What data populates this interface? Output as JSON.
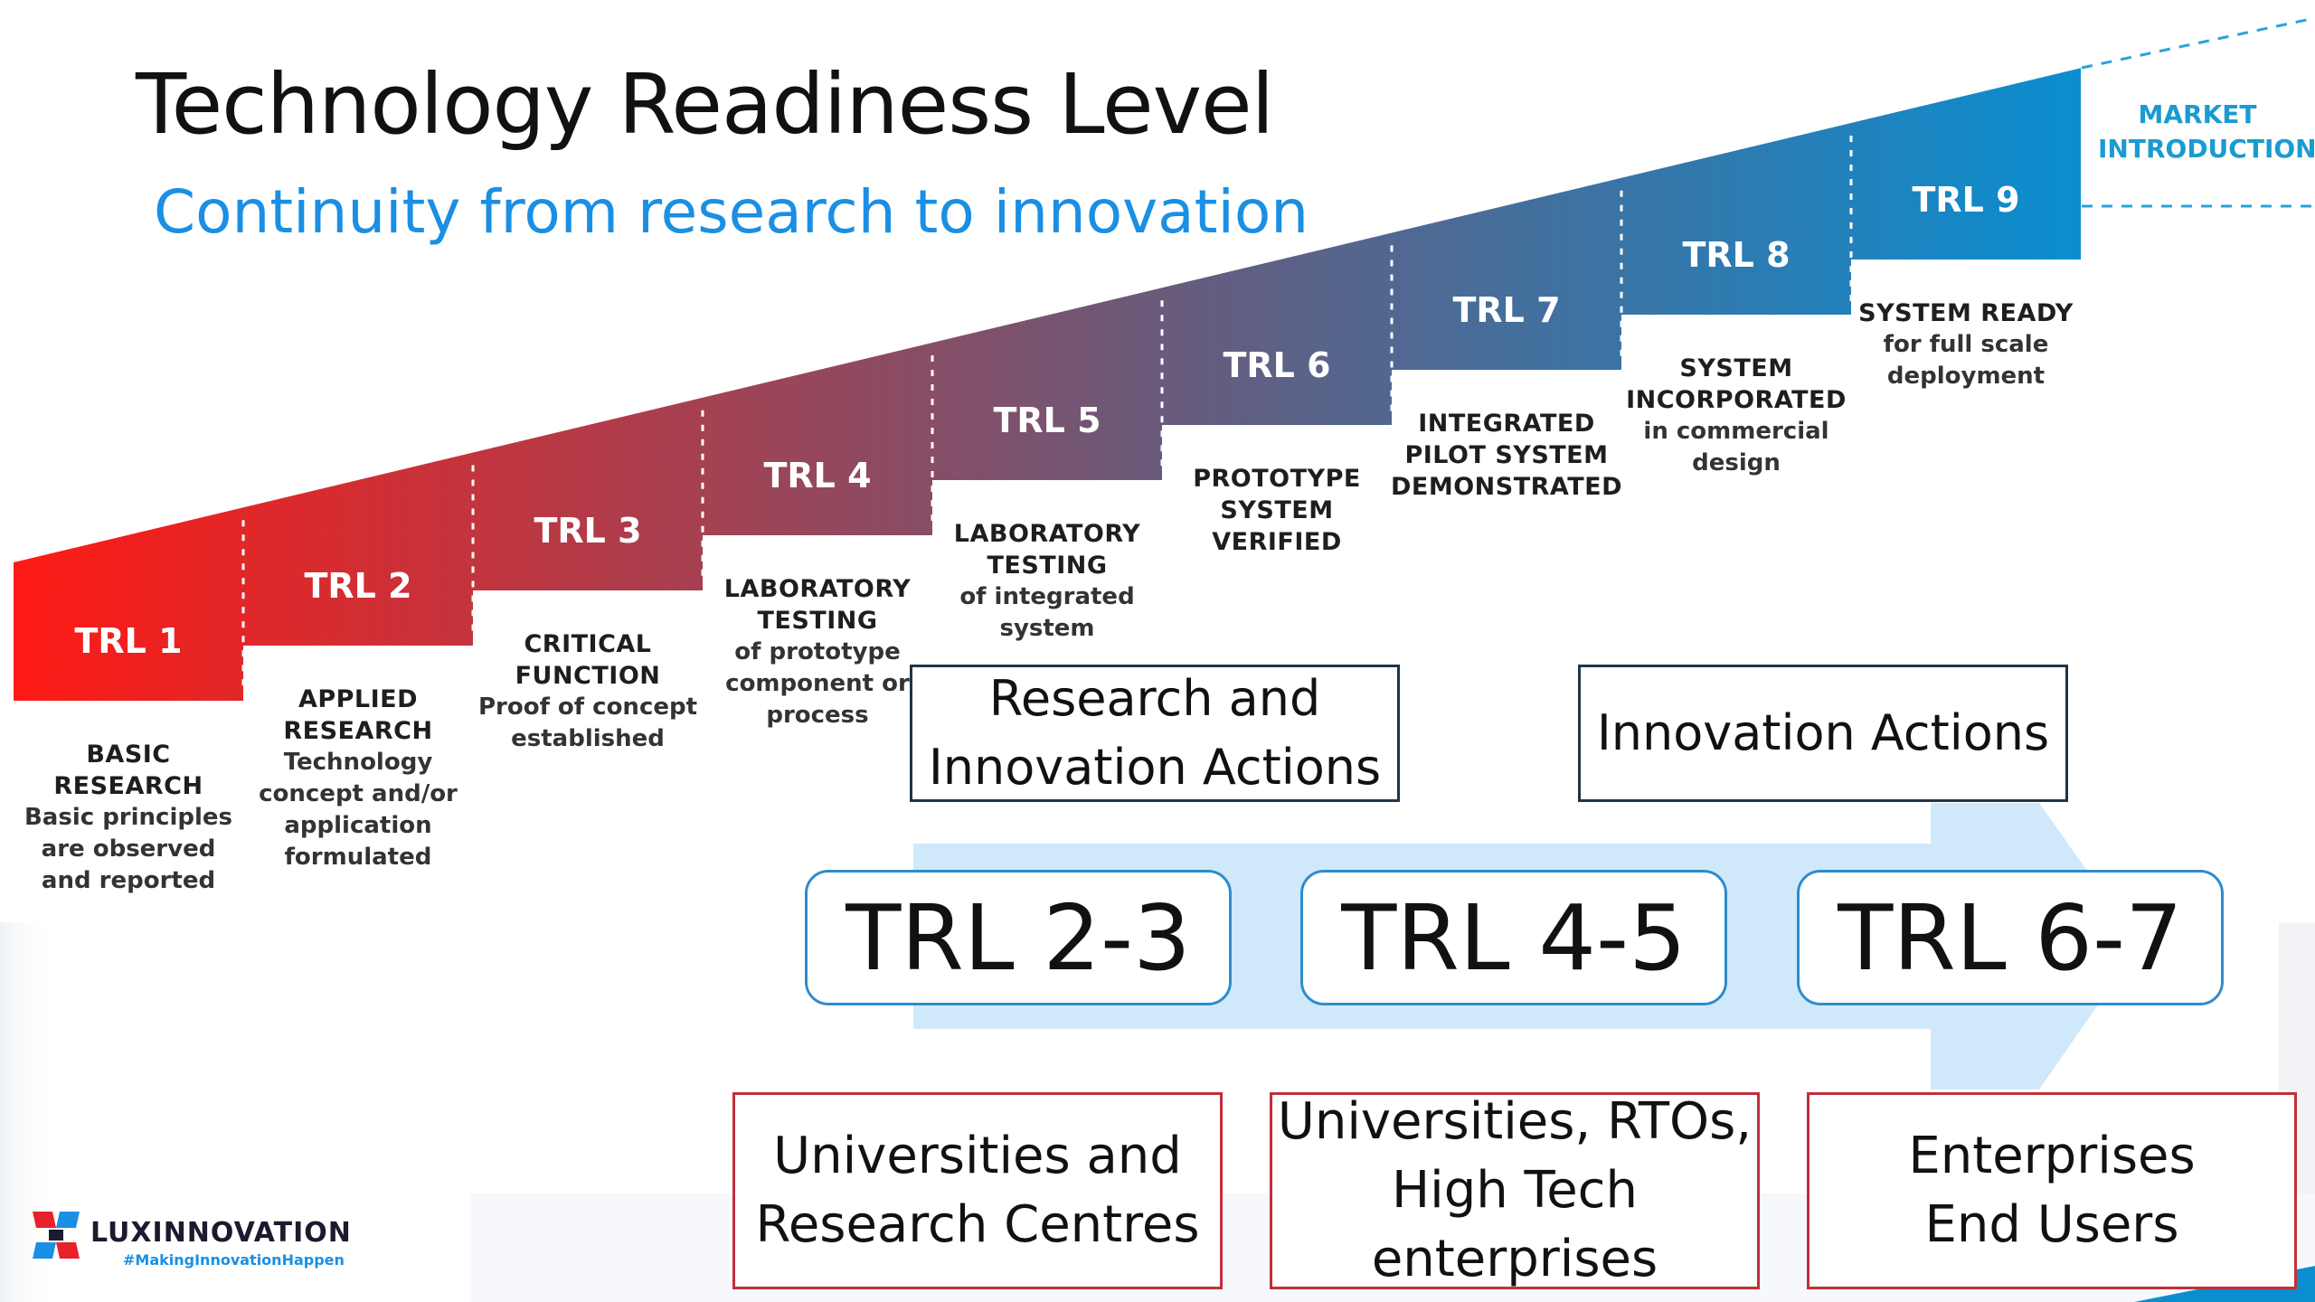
{
  "title": "Technology Readiness Level",
  "subtitle": "Continuity from research to innovation",
  "colors": {
    "step_start": "#ff1a14",
    "step_mid": "#6a5a7a",
    "step_end": "#0a8ed0",
    "title": "#111111",
    "subtitle": "#1a8fe3",
    "action_border": "#1f3548",
    "range_border": "#2e8ccc",
    "actor_border": "#c32f3a",
    "arrow": "#cfe9fb"
  },
  "steps": [
    {
      "label": "TRL 1",
      "head": [
        "BASIC",
        "RESEARCH"
      ],
      "body": [
        "Basic principles",
        "are observed",
        "and reported"
      ]
    },
    {
      "label": "TRL 2",
      "head": [
        "APPLIED",
        "RESEARCH"
      ],
      "body": [
        "Technology",
        "concept and/or",
        "application",
        "formulated"
      ]
    },
    {
      "label": "TRL 3",
      "head": [
        "CRITICAL",
        "FUNCTION"
      ],
      "body": [
        "Proof of concept",
        "established"
      ]
    },
    {
      "label": "TRL 4",
      "head": [
        "LABORATORY",
        "TESTING"
      ],
      "body": [
        "of prototype",
        "component or",
        "process"
      ]
    },
    {
      "label": "TRL 5",
      "head": [
        "LABORATORY",
        "TESTING"
      ],
      "body": [
        "of integrated",
        "system"
      ]
    },
    {
      "label": "TRL 6",
      "head": [
        "PROTOTYPE",
        "SYSTEM",
        "VERIFIED"
      ],
      "body": []
    },
    {
      "label": "TRL 7",
      "head": [
        "INTEGRATED",
        "PILOT SYSTEM",
        "DEMONSTRATED"
      ],
      "body": []
    },
    {
      "label": "TRL 8",
      "head": [
        "SYSTEM",
        "INCORPORATED"
      ],
      "body": [
        "in commercial",
        "design"
      ]
    },
    {
      "label": "TRL 9",
      "head": [
        "SYSTEM READY"
      ],
      "body": [
        "for full scale",
        "deployment"
      ]
    }
  ],
  "market": [
    "MARKET",
    "INTRODUCTION"
  ],
  "actions": [
    {
      "lines": [
        "Research and",
        "Innovation Actions"
      ]
    },
    {
      "lines": [
        "Innovation Actions"
      ]
    }
  ],
  "ranges": [
    "TRL 2-3",
    "TRL 4-5",
    "TRL 6-7"
  ],
  "actors": [
    {
      "lines": [
        "Universities and",
        "Research Centres"
      ]
    },
    {
      "lines": [
        "Universities, RTOs,",
        "High Tech",
        "enterprises"
      ]
    },
    {
      "lines": [
        "Enterprises",
        "End Users"
      ]
    }
  ],
  "logo": {
    "name": "LUXINNOVATION",
    "tagline": "#MakingInnovationHappen"
  }
}
